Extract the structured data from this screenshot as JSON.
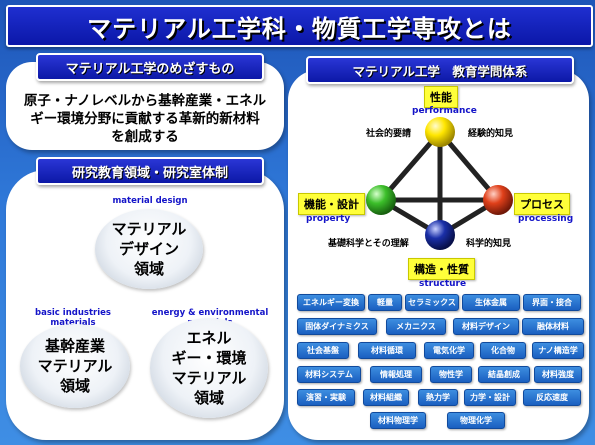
{
  "title": "マテリアル工学科・物質工学専攻とは",
  "goal": {
    "badge": "マテリアル工学のめざすもの",
    "lines": [
      "原子・ナノレベルから基幹産業・エネル",
      "ギー環境分野に貢献する革新的新材料",
      "を創成する"
    ]
  },
  "research": {
    "badge": "研究教育領域・研究室体制",
    "areas": [
      {
        "en": "material design",
        "jp": [
          "マテリアル",
          "デザイン",
          "領域"
        ]
      },
      {
        "en": "basic industries\nmaterials",
        "jp": [
          "基幹産業",
          "マテリアル",
          "領域"
        ]
      },
      {
        "en": "energy & environmental\nmaterials",
        "jp": [
          "エネル",
          "ギー・環境",
          "マテリアル",
          "領域"
        ]
      }
    ]
  },
  "system": {
    "badge": "マテリアル工学　教育学問体系",
    "nodes": {
      "top": {
        "jp": "性能",
        "en": "performance"
      },
      "left": {
        "jp": "機能・設計",
        "en": "property"
      },
      "right": {
        "jp": "プロセス",
        "en": "processing"
      },
      "bottom": {
        "jp": "構造・性質",
        "en": "structure"
      }
    },
    "edges": {
      "top_left": "社会的要請",
      "top_right": "経験的知見",
      "bottom_left": "基礎科学とその理解",
      "bottom_right": "科学的知見"
    },
    "colors": {
      "top": "#ffe600",
      "left": "#3cbf2a",
      "right": "#e0401a",
      "bottom": "#1a2fa8"
    },
    "courses": [
      [
        "エネルギー変換",
        "軽量",
        "セラミックス",
        "生体金属",
        "界面・接合"
      ],
      [
        "固体ダイナミクス",
        "メカニクス",
        "材料デザイン",
        "融体材料"
      ],
      [
        "社会基盤",
        "材料循環",
        "電気化学",
        "化合物",
        "ナノ構造学"
      ],
      [
        "材料システム",
        "情報処理",
        "物性学",
        "結晶創成",
        "材料強度"
      ],
      [
        "演習・実験",
        "材料組織",
        "熱力学",
        "力学・設計",
        "反応速度"
      ],
      [
        "材料物理学",
        "物理化学"
      ]
    ]
  }
}
